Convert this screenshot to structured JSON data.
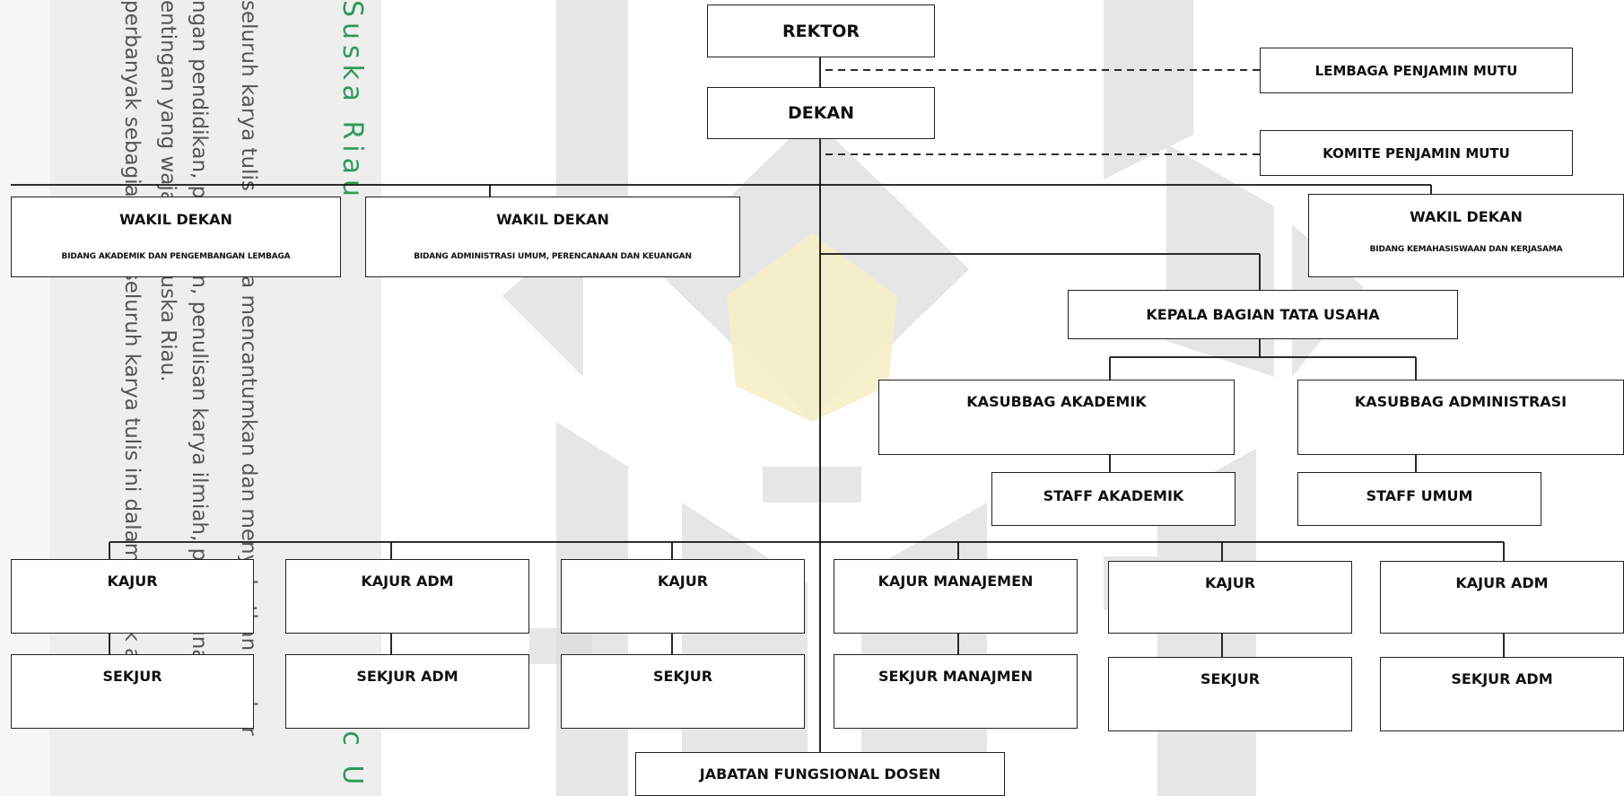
{
  "org_chart": {
    "rektor": "REKTOR",
    "dekan": "DEKAN",
    "lpm": "LEMBAGA PENJAMIN MUTU",
    "kpm": "KOMITE PENJAMIN MUTU",
    "wd1": {
      "title": "WAKIL DEKAN",
      "sub": "BIDANG AKADEMIK DAN PENGEMBANGAN LEMBAGA"
    },
    "wd2": {
      "title": "WAKIL DEKAN",
      "sub": "BIDANG ADMINISTRASI UMUM, PERENCANAAN DAN KEUANGAN"
    },
    "wd3": {
      "title": "WAKIL DEKAN",
      "sub": "BIDANG KEMAHASISWAAN DAN KERJASAMA"
    },
    "kabag": "KEPALA BAGIAN TATA USAHA",
    "kasub_akad": "KASUBBAG AKADEMIK",
    "kasub_adm": "KASUBBAG ADMINISTRASI",
    "staff_akad": "STAFF AKADEMIK",
    "staff_umum": "STAFF UMUM",
    "kajur": [
      "KAJUR",
      "KAJUR ADM",
      "KAJUR",
      "KAJUR MANAJEMEN",
      "KAJUR",
      "KAJUR ADM"
    ],
    "sekjur": [
      "SEKJUR",
      "SEKJUR ADM",
      "SEKJUR",
      "SEKJUR MANAJMEN",
      "SEKJUR",
      "SEKJUR ADM"
    ],
    "jfd": "JABATAN FUNGSIONAL DOSEN"
  },
  "watermark": {
    "green_top": "Suska Riau",
    "green_bottom": "ic U",
    "col1": "seluruh karya tulis ini tanpa mencantumkan dan menyebutkan sumber",
    "col2": "ngan pendidikan, penelitian, penulisan karya ilmiah, penyusunan lapo",
    "col3": "entingan yang wajar UIN Suska Riau.",
    "col4": "perbanyak sebagian atau seluruh karya tulis ini dalam bentuk apapun"
  }
}
